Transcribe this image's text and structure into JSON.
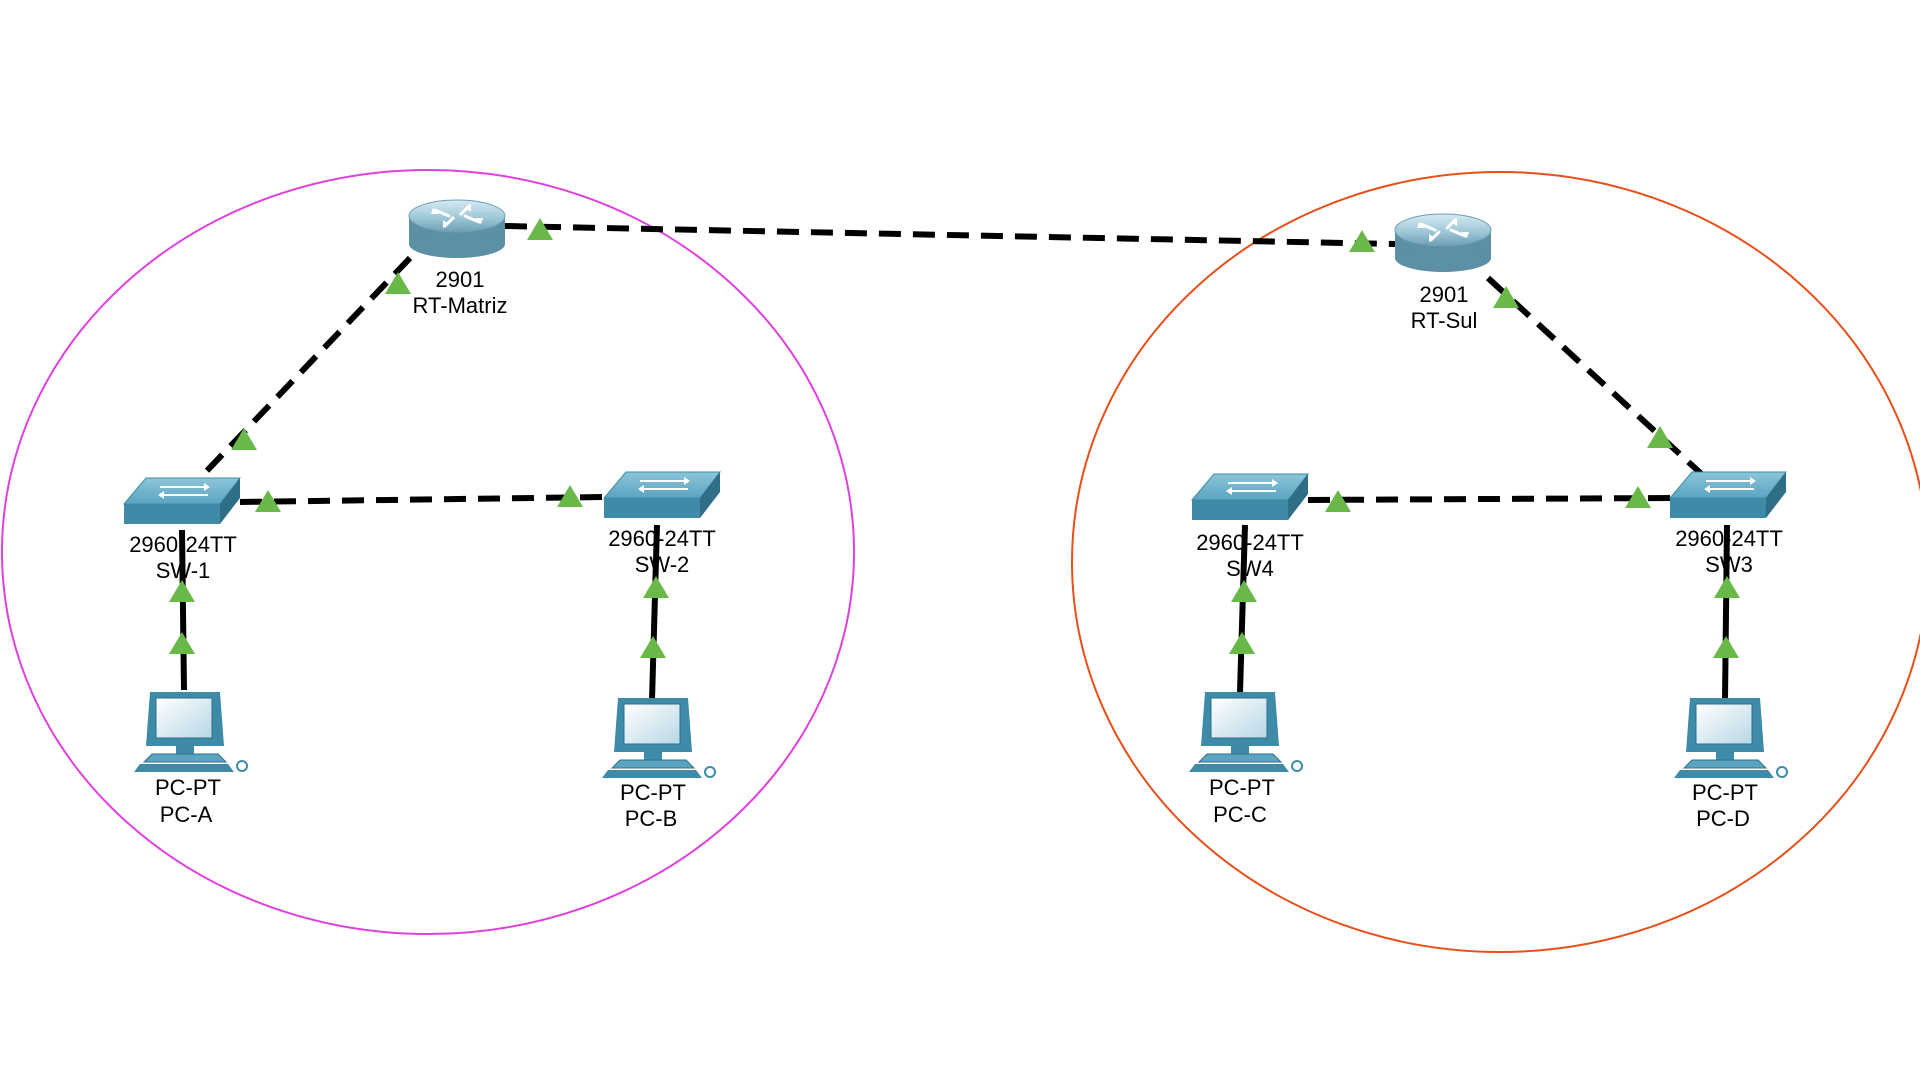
{
  "colors": {
    "background": "#ffffff",
    "area_left": "#e040e0",
    "area_right": "#e8501a",
    "link": "#000000",
    "port_status_up": "#6ab84a",
    "router_body": "#9ec8d8",
    "switch_body": "#4f97b4",
    "pc_body": "#3e8ba8"
  },
  "devices": {
    "rt_matriz": {
      "model": "2901",
      "name": "RT-Matriz",
      "icon": "router-icon"
    },
    "rt_sul": {
      "model": "2901",
      "name": "RT-Sul",
      "icon": "router-icon"
    },
    "sw_1": {
      "model": "2960-24TT",
      "name": "SW-1",
      "icon": "switch-icon"
    },
    "sw_2": {
      "model": "2960-24TT",
      "name": "SW-2",
      "icon": "switch-icon"
    },
    "sw_3": {
      "model": "2960-24TT",
      "name": "SW3",
      "icon": "switch-icon"
    },
    "sw_4": {
      "model": "2960-24TT",
      "name": "SW4",
      "icon": "switch-icon"
    },
    "pc_a": {
      "model": "PC-PT",
      "name": "PC-A",
      "icon": "pc-icon"
    },
    "pc_b": {
      "model": "PC-PT",
      "name": "PC-B",
      "icon": "pc-icon"
    },
    "pc_c": {
      "model": "PC-PT",
      "name": "PC-C",
      "icon": "pc-icon"
    },
    "pc_d": {
      "model": "PC-PT",
      "name": "PC-D",
      "icon": "pc-icon"
    }
  },
  "links": [
    {
      "from": "RT-Matriz",
      "to": "RT-Sul",
      "cable": "crossover",
      "status": "up"
    },
    {
      "from": "RT-Matriz",
      "to": "SW-1",
      "cable": "crossover",
      "status": "up"
    },
    {
      "from": "SW-1",
      "to": "SW-2",
      "cable": "crossover",
      "status": "up"
    },
    {
      "from": "RT-Sul",
      "to": "SW3",
      "cable": "crossover",
      "status": "up"
    },
    {
      "from": "SW4",
      "to": "SW3",
      "cable": "crossover",
      "status": "up"
    },
    {
      "from": "SW-1",
      "to": "PC-A",
      "cable": "straight",
      "status": "up"
    },
    {
      "from": "SW-2",
      "to": "PC-B",
      "cable": "straight",
      "status": "up"
    },
    {
      "from": "SW4",
      "to": "PC-C",
      "cable": "straight",
      "status": "up"
    },
    {
      "from": "SW3",
      "to": "PC-D",
      "cable": "straight",
      "status": "up"
    }
  ]
}
